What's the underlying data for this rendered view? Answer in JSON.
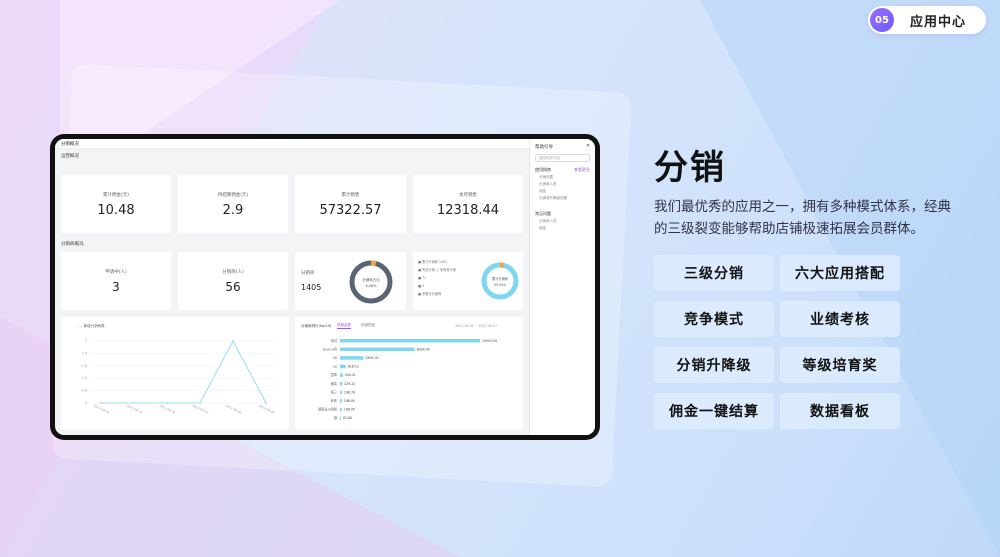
{
  "badge": {
    "number": "05",
    "label": "应用中心"
  },
  "title": "分销",
  "description": "我们最优秀的应用之一，拥有多种模式体系，经典的三级裂变能够帮助店铺极速拓展会员群体。",
  "features": [
    "三级分销",
    "六大应用搭配",
    "竞争模式",
    "业绩考核",
    "分销升降级",
    "等级培育奖",
    "佣金一键结算",
    "数据看板"
  ],
  "screen": {
    "topbar_title": "分销概况",
    "section_overview": "运营概况",
    "section_distributor": "分销商概况",
    "stats": [
      {
        "label": "累计佣金(元)",
        "value": "10.48"
      },
      {
        "label": "待结算佣金(元)",
        "value": "2.9"
      },
      {
        "label": "累计销售",
        "value": "57322.57"
      },
      {
        "label": "本月销售",
        "value": "12318.44"
      }
    ],
    "people": [
      {
        "label": "申请中(人)",
        "value": "3"
      },
      {
        "label": "分销商(人)",
        "value": "56"
      }
    ],
    "donut1": {
      "label": "分销商",
      "value": "1405",
      "center": "分销商占比",
      "pct": "4.06%"
    },
    "donut2": {
      "legend": [
        "■ 累计分销商 1405",
        "■ 有效分销 □ 非有效分销",
        "■ 71",
        "■ 0",
        "■ 非累计分销商"
      ],
      "center": "累计分销商",
      "pct": "95.94%"
    },
    "line_legend": "新增分销商数",
    "line_y": [
      "3",
      "2.4",
      "1.8",
      "1.2",
      "0.6",
      "0"
    ],
    "line_x": [
      "2023-08-30",
      "2023-08-31",
      "2023-09-01",
      "2023-09-02",
      "2023-09-03",
      "2023-09-04"
    ],
    "line_points": [
      0,
      0,
      0,
      0,
      3,
      0
    ],
    "ranking_title": "分销商排行(top10)",
    "ranking_tabs": [
      "按佣金额",
      "按销售额"
    ],
    "ranking_date": "2023-09-01 ~ 2023-09-07",
    "bars": [
      {
        "name": "测试",
        "value": "15000.00",
        "amount": 15000
      },
      {
        "name": "Jessica哥",
        "value": "8000.00",
        "amount": 8000
      },
      {
        "name": "kb",
        "value": "2500.00",
        "amount": 2500
      },
      {
        "name": "aa",
        "value": "618.12",
        "amount": 618.12
      },
      {
        "name": "蓝莓",
        "value": "300.41",
        "amount": 300.41
      },
      {
        "name": "微笑",
        "value": "229.22",
        "amount": 229.22
      },
      {
        "name": "张三",
        "value": "198.76",
        "amount": 198.76
      },
      {
        "name": "菲菲",
        "value": "198.00",
        "amount": 198
      },
      {
        "name": "湖南长沙网络",
        "value": "198.00",
        "amount": 198
      },
      {
        "name": "猫",
        "value": "61.80",
        "amount": 61.8
      }
    ],
    "side": {
      "title": "帮助引导",
      "search_placeholder": "搜索相关内容",
      "group1": "使用指南",
      "group1_more": "查看更多",
      "group1_items": [
        "分销设置",
        "分销商入驻",
        "佣金",
        "分销商升降级设置"
      ],
      "group2": "常见问题",
      "group2_items": [
        "分销商入驻",
        "佣金"
      ]
    }
  }
}
